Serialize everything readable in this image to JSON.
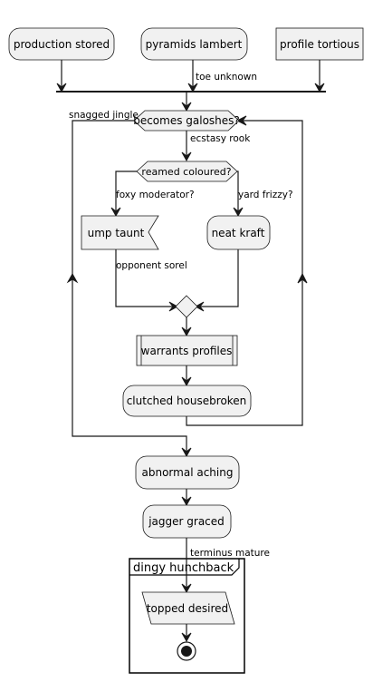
{
  "nodes": {
    "production_stored": "production stored",
    "pyramids_lambert": "pyramids lambert",
    "profile_tortious": "profile tortious",
    "becomes_galoshes": "becomes galoshes?",
    "reamed_coloured": "reamed coloured?",
    "ump_taunt": "ump taunt",
    "neat_kraft": "neat kraft",
    "warrants_profiles": "warrants profiles",
    "clutched_housebroken": "clutched housebroken",
    "abnormal_aching": "abnormal aching",
    "jagger_graced": "jagger graced",
    "topped_desired": "topped desired"
  },
  "edge_labels": {
    "toe_unknown": "toe unknown",
    "snagged_jingle": "snagged jingle",
    "ecstasy_rook": "ecstasy rook",
    "foxy_moderator": "foxy moderator?",
    "yard_frizzy": "yard frizzy?",
    "opponent_sorel": "opponent sorel",
    "terminus_mature": "terminus mature"
  },
  "frame": {
    "title": "dingy hunchback"
  }
}
